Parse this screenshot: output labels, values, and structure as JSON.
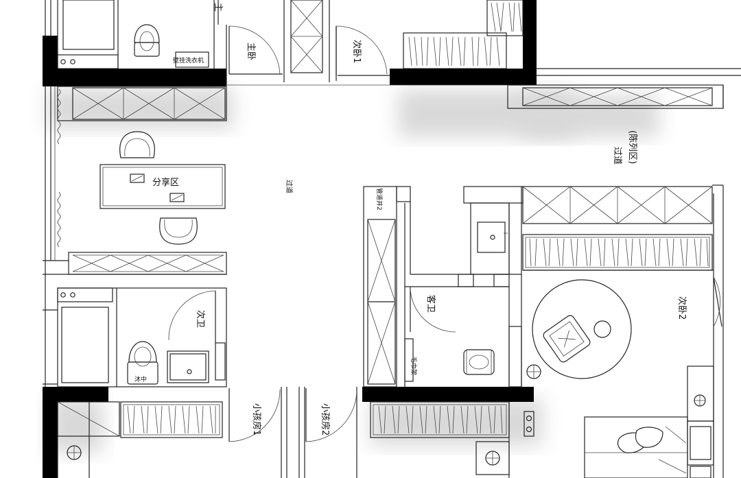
{
  "labels": {
    "master_bedroom": "主卧",
    "second_bedroom_1": "次卧1",
    "wall_washer": "壁挂洗衣机",
    "corridor_main": "过道",
    "corridor_display": "过道",
    "display_area": "(陈列区)",
    "share_area": "分享区",
    "pipe_shaft": "管道井2",
    "guest_bath": "客卫",
    "towel_rack": "毛巾架",
    "second_bath": "次卫",
    "second_bedroom_2": "次卧2",
    "kids_room_1": "小孩房1",
    "kids_room_2": "小孩房2",
    "top_partial": "主",
    "lower_toilet_mark": "沐中"
  },
  "colors": {
    "wall": "#000000",
    "line": "#222222",
    "background": "#ffffff"
  },
  "icons": {
    "chair": "armchair-icon",
    "toilet": "toilet-icon",
    "basin": "basin-icon",
    "drain": "floor-drain-icon",
    "bed": "bed-icon",
    "round_rug": "round-rug-icon"
  }
}
